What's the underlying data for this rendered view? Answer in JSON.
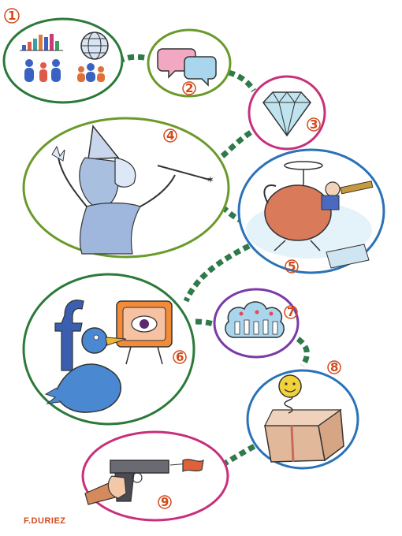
{
  "nodes": [
    {
      "id": "1",
      "label": "1",
      "icon": "audience-data-icon"
    },
    {
      "id": "2",
      "label": "2",
      "icon": "speech-bubbles-icon"
    },
    {
      "id": "3",
      "label": "3",
      "icon": "diamond-icon"
    },
    {
      "id": "4",
      "label": "4",
      "icon": "wizard-girl-icon"
    },
    {
      "id": "5",
      "label": "5",
      "icon": "helicopter-lookout-icon"
    },
    {
      "id": "6",
      "label": "6",
      "icon": "social-media-icon"
    },
    {
      "id": "7",
      "label": "7",
      "icon": "community-cloud-icon"
    },
    {
      "id": "8",
      "label": "8",
      "icon": "jack-in-the-box-icon"
    },
    {
      "id": "9",
      "label": "9",
      "icon": "pistol-icon"
    }
  ],
  "signature": "F.DURIEZ",
  "colors": {
    "connector": "#2f7a4a",
    "number": "#d2491c",
    "ring_green": "#2b7a3a",
    "ring_lime": "#6a9a2a",
    "ring_magenta": "#c8307a",
    "ring_blue": "#2a72b8",
    "ring_purple": "#7a3aa8"
  }
}
